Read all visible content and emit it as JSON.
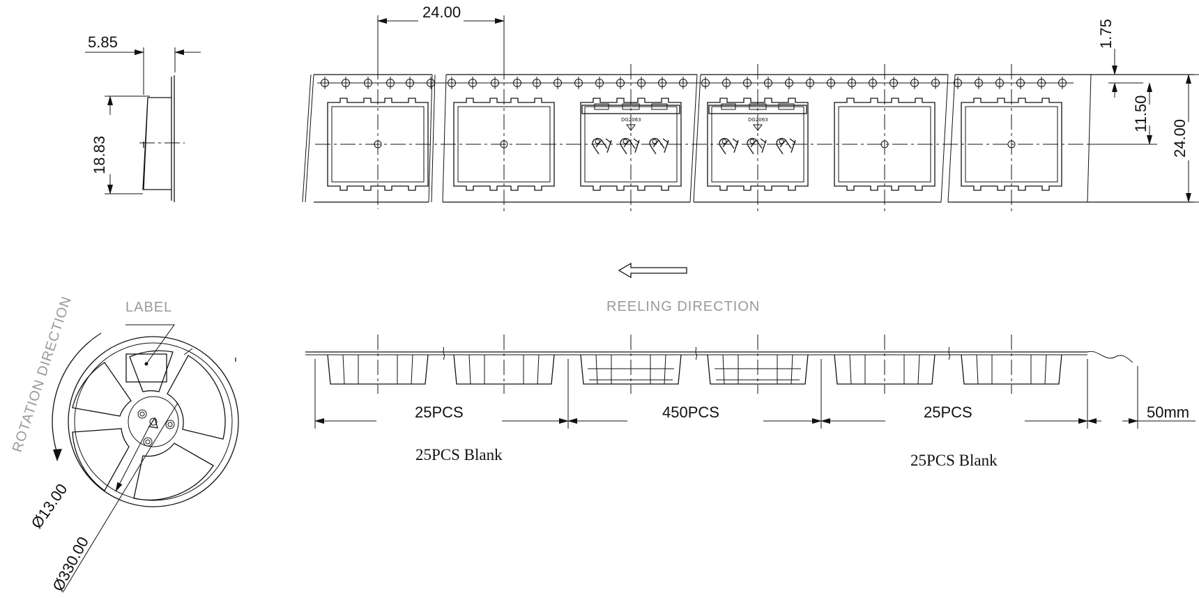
{
  "side_view": {
    "depth_dim": "5.85",
    "height_dim": "18.83"
  },
  "tape_view": {
    "pitch_dim": "24.00",
    "hole_offset_dim": "1.75",
    "center_dim": "11.50",
    "width_dim": "24.00",
    "part_marking": "DG2063"
  },
  "reel_view": {
    "label_text": "LABEL",
    "rotation_text": "ROTATION DIRECTION",
    "hub_dim": "Ø13.00",
    "reel_dim": "Ø330.00"
  },
  "reeling_direction_text": "REELING DIRECTION",
  "segments": {
    "leader_count": "25PCS",
    "parts_count": "450PCS",
    "trailer_count": "25PCS",
    "end_length": "50mm",
    "leader_note": "25PCS  Blank",
    "trailer_note": "25PCS  Blank"
  }
}
